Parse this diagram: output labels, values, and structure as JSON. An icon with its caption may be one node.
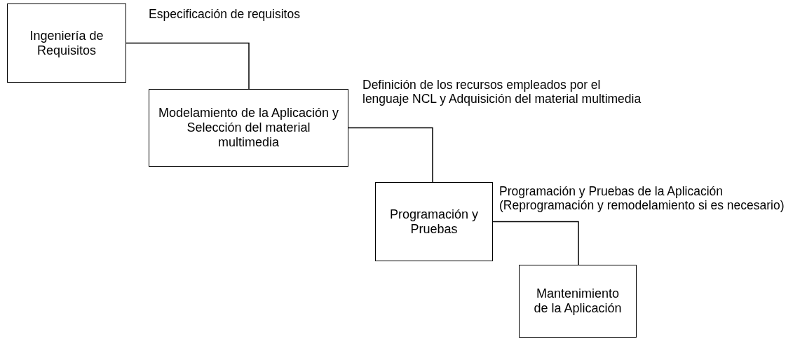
{
  "diagram": {
    "nodes": [
      {
        "text": [
          "Ingeniería de Requisitos"
        ]
      },
      {
        "text": [
          "Modelamiento de la Aplicación y Selección del material multimedia"
        ]
      },
      {
        "text": [
          "Programación y Pruebas"
        ]
      },
      {
        "text": [
          "Mantenimiento de la Aplicación"
        ]
      }
    ],
    "edges": [
      {
        "from": 0,
        "to": 1,
        "arrow": "none",
        "label": "Especificación de requisitos"
      },
      {
        "from": 1,
        "to": 2,
        "arrow": "none",
        "label": "Definición de los recursos empleados por el lenguaje NCL y Adquisición del material multimedia"
      },
      {
        "from": 2,
        "to": 3,
        "arrow": "none",
        "label": "Programación y Pruebas de la Aplicación (Reprogramación y remodelamiento si es necesario)"
      }
    ]
  }
}
